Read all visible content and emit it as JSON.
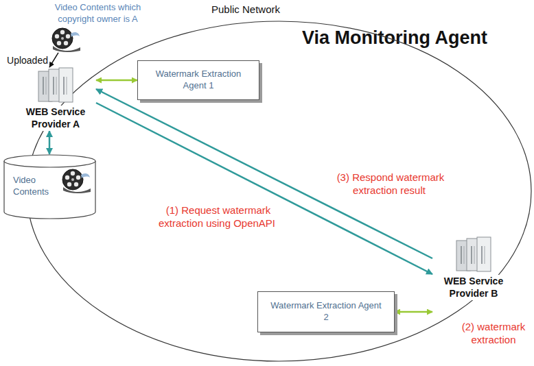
{
  "diagram": {
    "title": "Via Monitoring Agent",
    "nodes": [
      {
        "text": [
          "Public Network"
        ]
      },
      {
        "text": [
          "Video Contents which copyright owner is A"
        ]
      },
      {
        "text": [
          "WEB Service Provider A"
        ]
      },
      {
        "text": [
          "Watermark Extraction Agent 1"
        ],
        "in": 0
      },
      {
        "text": [
          "Video Contents"
        ]
      },
      {
        "text": [
          "Watermark Extraction Agent 2"
        ],
        "in": 0
      },
      {
        "text": [
          "WEB Service Provider B"
        ]
      }
    ],
    "edges": [
      {
        "from": 1,
        "to": 2,
        "arrow": "to",
        "label": "Uploaded"
      },
      {
        "from": 2,
        "to": 3,
        "arrow": "both"
      },
      {
        "from": 2,
        "to": 4,
        "arrow": "both"
      },
      {
        "from": 2,
        "to": 6,
        "arrow": "to",
        "label": "(1) Request watermark extraction using OpenAPI"
      },
      {
        "from": 6,
        "to": 2,
        "arrow": "to",
        "label": "(3) Respond watermark extraction result"
      },
      {
        "from": 5,
        "to": 6,
        "arrow": "both"
      }
    ],
    "labels": [
      "(2) watermark extraction"
    ]
  }
}
